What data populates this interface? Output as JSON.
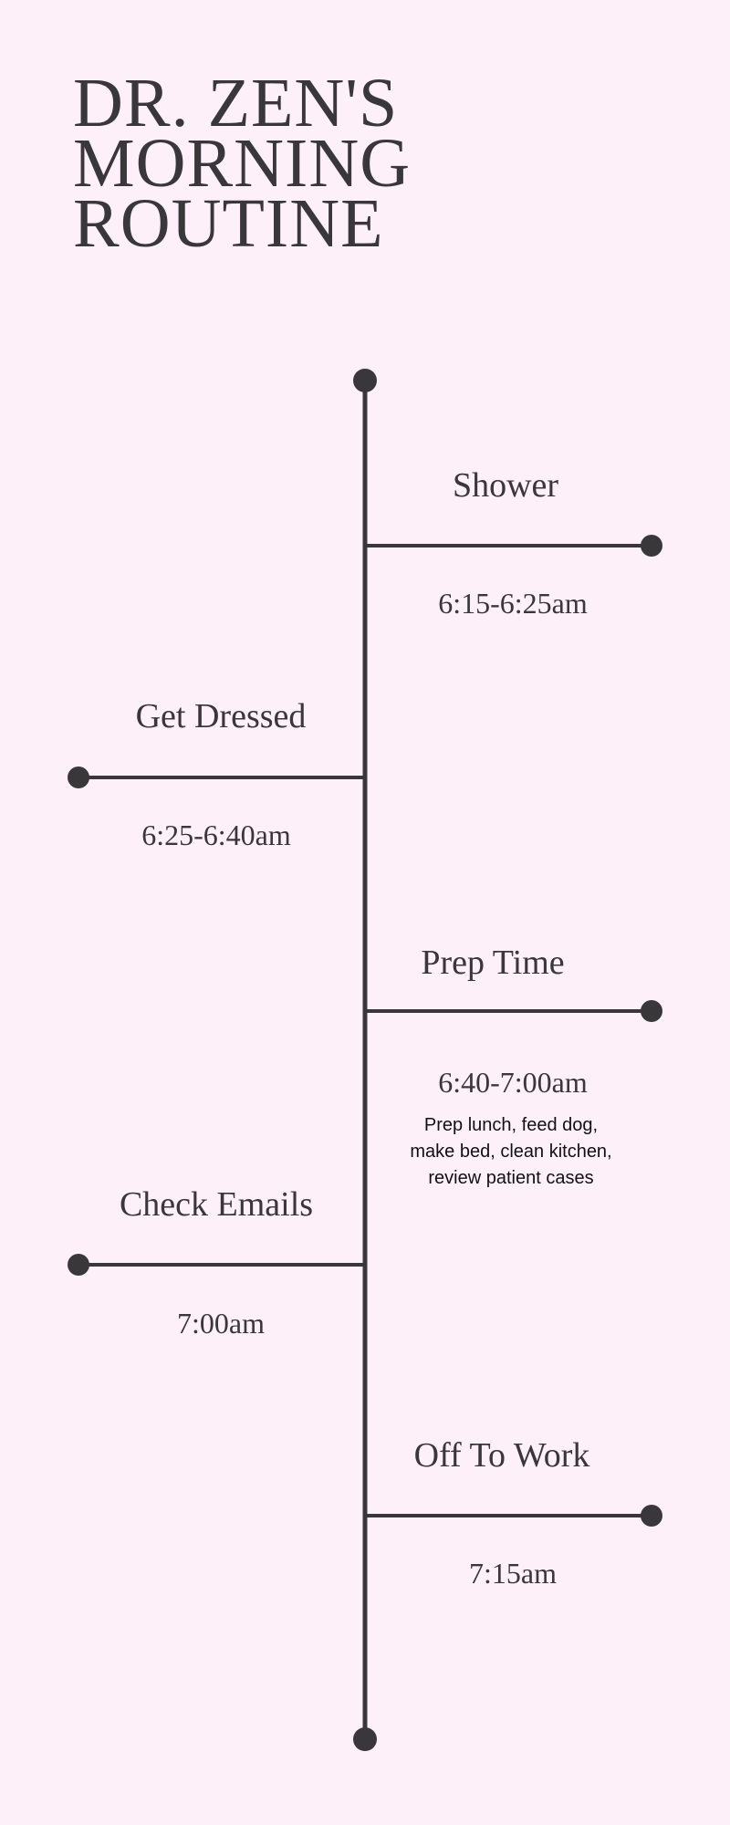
{
  "title": {
    "line1": "DR. ZEN'S",
    "line2": "MORNING",
    "line3": "ROUTINE"
  },
  "events": [
    {
      "name": "Shower",
      "time": "6:15-6:25am",
      "side": "right"
    },
    {
      "name": "Get Dressed",
      "time": "6:25-6:40am",
      "side": "left"
    },
    {
      "name": "Prep Time",
      "time": "6:40-7:00am",
      "side": "right",
      "note": "Prep lunch, feed dog, make bed, clean kitchen, review patient cases"
    },
    {
      "name": "Check Emails",
      "time": "7:00am",
      "side": "left"
    },
    {
      "name": "Off To Work",
      "time": "7:15am",
      "side": "right"
    }
  ],
  "colors": {
    "background": "#fdf0f8",
    "ink": "#3a373a"
  }
}
